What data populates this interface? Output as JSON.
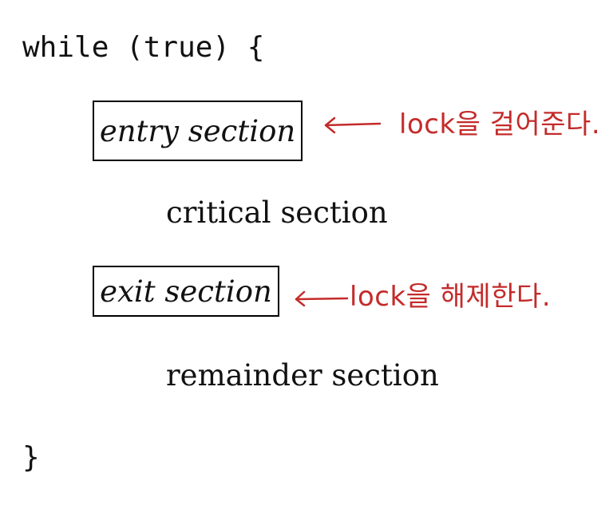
{
  "code": {
    "while_line": "while (true) {",
    "closing_brace": "}"
  },
  "sections": {
    "entry": "entry section",
    "critical": "critical section",
    "exit": "exit section",
    "remainder": "remainder section"
  },
  "annotations": {
    "entry_note": "lock을 걸어준다.",
    "exit_note": "lock을 해제한다."
  },
  "colors": {
    "annotation": "#c42b2b",
    "text": "#111111"
  }
}
